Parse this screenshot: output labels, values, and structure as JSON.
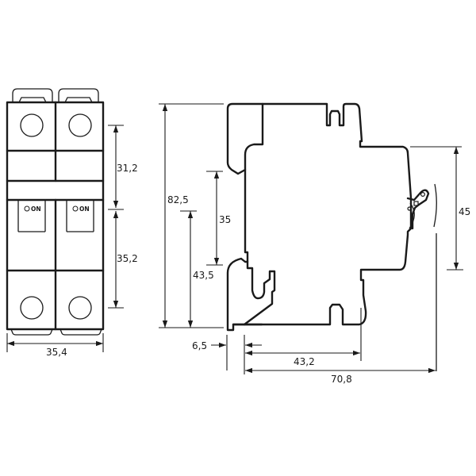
{
  "drawing": {
    "title": "2-pole miniature circuit breaker dimension drawing",
    "stroke_color": "#1a1a1a",
    "background": "#ffffff"
  },
  "front_view": {
    "poles": [
      {
        "switch_label": "ON"
      },
      {
        "switch_label": "ON"
      }
    ],
    "dimensions": {
      "width": "35,4",
      "upper_height": "31,2",
      "lower_height": "35,2"
    }
  },
  "side_view": {
    "dimensions": {
      "overall_height": "82,5",
      "din_rail_offset_upper": "35",
      "din_rail_offset_lower": "43,5",
      "front_face_height": "45",
      "rail_clip_depth": "6,5",
      "body_depth": "43,2",
      "overall_depth": "70,8"
    }
  }
}
